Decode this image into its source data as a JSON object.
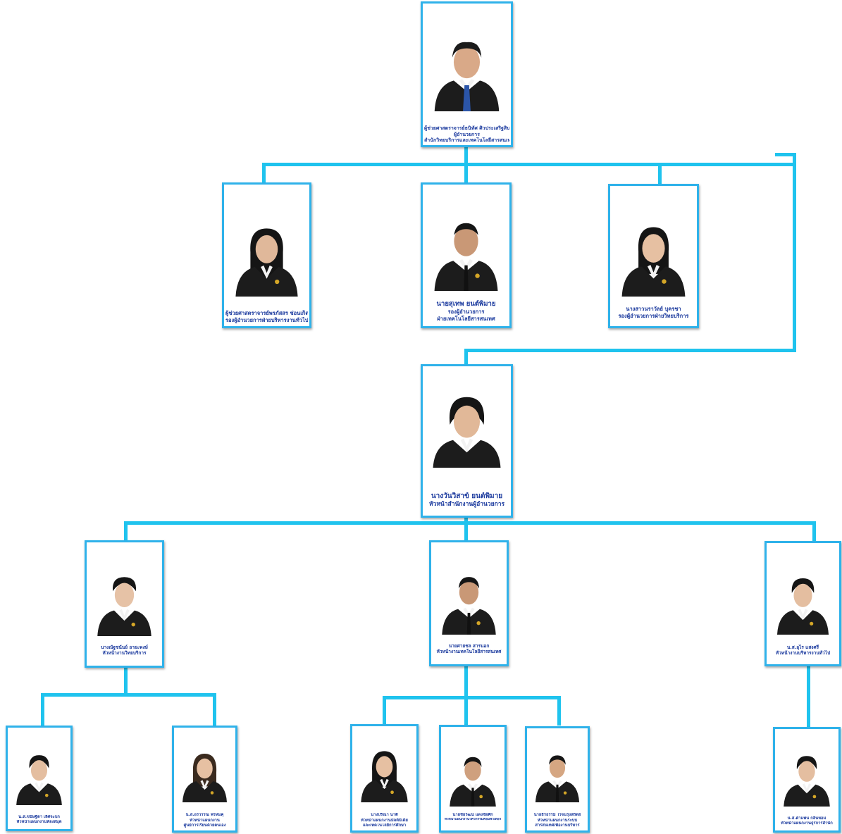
{
  "org": {
    "director": {
      "name": "ผู้ช่วยศาสตราจารย์ธนิทัศ ศิวประเสริฐสิน",
      "title": "ผู้อำนวยการ",
      "unit": "สำนักวิทยบริการและเทคโนโลยีสารสนเทศ"
    },
    "deputies": [
      {
        "name": "ผู้ช่วยศาสตราจารย์พรภัสสร ช่อนเกิด",
        "title": "รองผู้อำนวยการฝ่ายบริหารงานทั่วไป"
      },
      {
        "name": "นายสุเทพ  ยนต์พิมาย",
        "title": "รองผู้อำนวยการ",
        "unit": "ฝ่ายเทคโนโลยีสารสนเทศ"
      },
      {
        "name": "นางสาวนราวัลย์ บุครชา",
        "title": "รองผู้อำนวยการฝ่ายวิทยบริการ"
      }
    ],
    "office_head": {
      "name": "นางวันวิสาข์ ยนต์พิมาย",
      "title": "หัวหน้าสำนักงานผู้อำนวยการ"
    },
    "section_heads": [
      {
        "name": "นางณัฐชนันย์ อายะพงษ์",
        "title": "หัวหน้างานวิทยบริการ"
      },
      {
        "name": "นายศายชล สารนอก",
        "title": "หัวหน้างานเทคโนโลยีสารสนเทศ"
      },
      {
        "name": "น.ส.อุไร แสงศรี",
        "title": "หัวหน้างานบริหารงานทั่วไป"
      }
    ],
    "staff": [
      {
        "name": "น.ส.ขนิษฐิดา เลิศจะบก",
        "title": "หัวหน้าแผนกงานห้องสมุด"
      },
      {
        "name": "น.ส.อรวรรณ พรหมคุ",
        "title": "หัวหน้าแผนกงาน",
        "unit": "ศูนย์การเรียนด้วยตนเอง"
      },
      {
        "name": "นางปรีณา นาดี",
        "title": "หัวหน้าแผนกงานมัลติมีเดีย",
        "unit": "และเทคโนโลยีการศึกษา"
      },
      {
        "name": "นายชัยวัฒน์ แดงชัยศึก",
        "title": "หัวหน้าแผนกงานวิศวกรรมคอมพิวเตอร์"
      },
      {
        "name": "นายธีรธรรม์ โรจนรุ่งสถิตย์",
        "title": "หัวหน้าแผนกงานระบบ",
        "unit": "สารสนเทศเพื่องานบริหาร"
      },
      {
        "name": "น.ส.คำแพน กลิ่นหอม",
        "title": "หัวหน้าแผนกงานธุรการสำนัก"
      }
    ]
  },
  "colors": {
    "connector": "#1fc3ee",
    "card_border": "#2fb2ea",
    "caption": "#1b3a9e",
    "suit": "#1c1c1c"
  }
}
